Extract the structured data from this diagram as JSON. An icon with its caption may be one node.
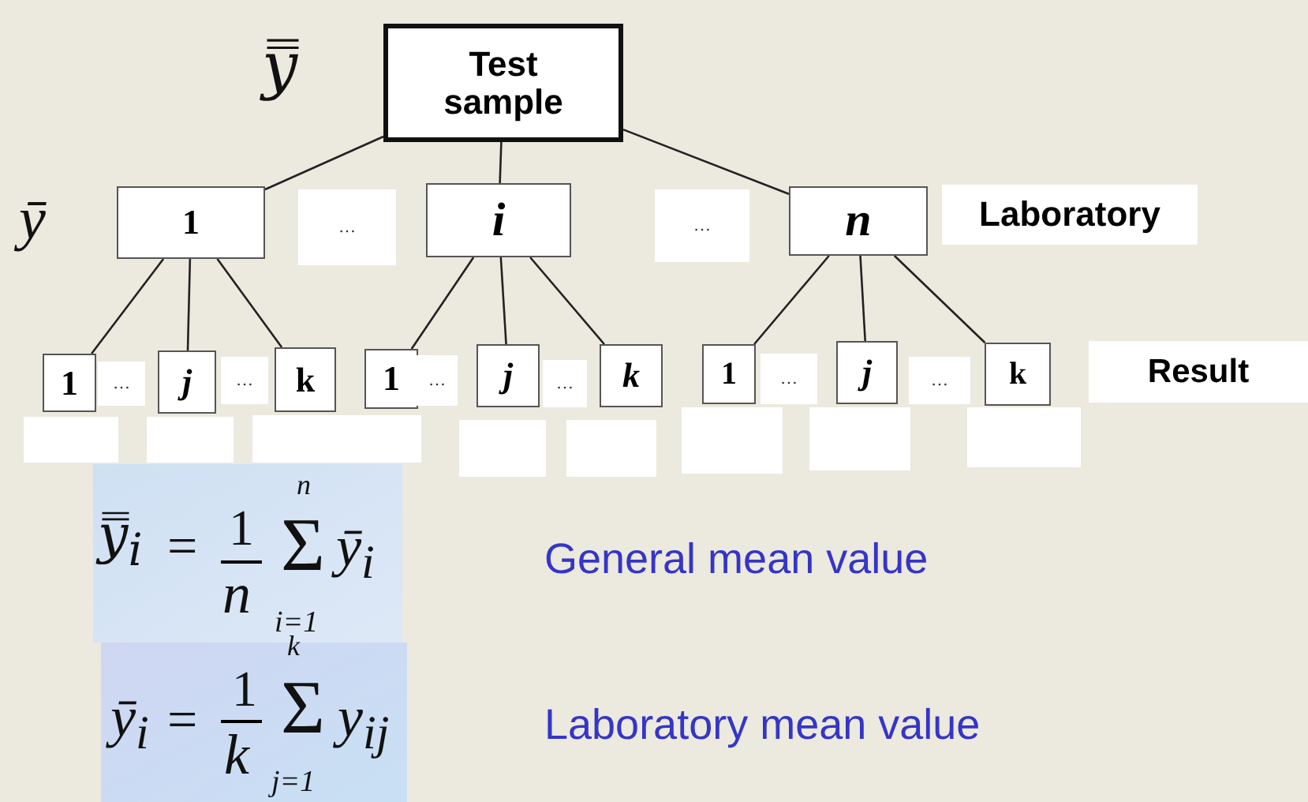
{
  "diagram": {
    "nodes": [
      {
        "text": [
          "Test sample"
        ]
      },
      {
        "text": [
          "1"
        ]
      },
      {
        "text": [
          "i"
        ]
      },
      {
        "text": [
          "n"
        ]
      },
      {
        "text": [
          "1"
        ]
      },
      {
        "text": [
          "j"
        ]
      },
      {
        "text": [
          "k"
        ]
      },
      {
        "text": [
          "1"
        ]
      },
      {
        "text": [
          "j"
        ]
      },
      {
        "text": [
          "k"
        ]
      },
      {
        "text": [
          "1"
        ]
      },
      {
        "text": [
          "j"
        ]
      },
      {
        "text": [
          "k"
        ]
      }
    ],
    "edges": [
      {
        "from": 0,
        "to": 1,
        "arrow": "none"
      },
      {
        "from": 0,
        "to": 2,
        "arrow": "none"
      },
      {
        "from": 0,
        "to": 3,
        "arrow": "none"
      },
      {
        "from": 1,
        "to": 4,
        "arrow": "none"
      },
      {
        "from": 1,
        "to": 5,
        "arrow": "none"
      },
      {
        "from": 1,
        "to": 6,
        "arrow": "none"
      },
      {
        "from": 2,
        "to": 7,
        "arrow": "none"
      },
      {
        "from": 2,
        "to": 8,
        "arrow": "none"
      },
      {
        "from": 2,
        "to": 9,
        "arrow": "none"
      },
      {
        "from": 3,
        "to": 10,
        "arrow": "none"
      },
      {
        "from": 3,
        "to": 11,
        "arrow": "none"
      },
      {
        "from": 3,
        "to": 12,
        "arrow": "none"
      }
    ],
    "labels": [
      "y̿",
      "ȳ",
      "…",
      "…",
      "Laboratory",
      "…",
      "…",
      "…",
      "…",
      "…",
      "…",
      "Result",
      "y̿$_{i}$",
      "=",
      "1",
      "n",
      "n",
      "Σ",
      "ȳ$_{i}$",
      "i=1",
      "General mean value",
      "ȳ$_{i}$",
      "=",
      "1",
      "k",
      "k",
      "Σ",
      "y$_{ij}$",
      "j=1",
      "Laboratory mean value"
    ]
  }
}
